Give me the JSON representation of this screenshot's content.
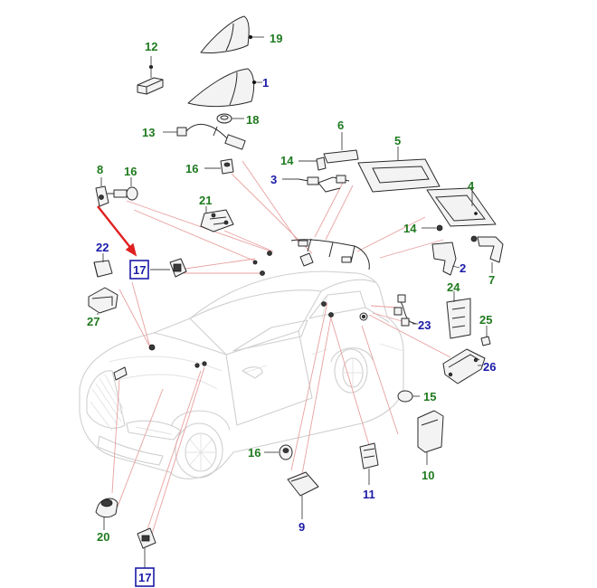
{
  "colors": {
    "green_label": "#1f7a1f",
    "blue_label": "#1a1aa8",
    "arrow": "#e02020",
    "leader": "#e8a0a0"
  },
  "labels": {
    "l19": "19",
    "l1": "1",
    "l12": "12",
    "l18": "18",
    "l13": "13",
    "l6": "6",
    "l5": "5",
    "l14a": "14",
    "l3": "3",
    "l8": "8",
    "l16a": "16",
    "l16b": "16",
    "l4": "4",
    "l21": "21",
    "l14b": "14",
    "l22": "22",
    "l17a": "17",
    "l2": "2",
    "l7": "7",
    "l24": "24",
    "l27": "27",
    "l23": "23",
    "l25": "25",
    "l26": "26",
    "l15": "15",
    "l10": "10",
    "l16c": "16",
    "l11": "11",
    "l9": "9",
    "l20": "20",
    "l17b": "17"
  }
}
